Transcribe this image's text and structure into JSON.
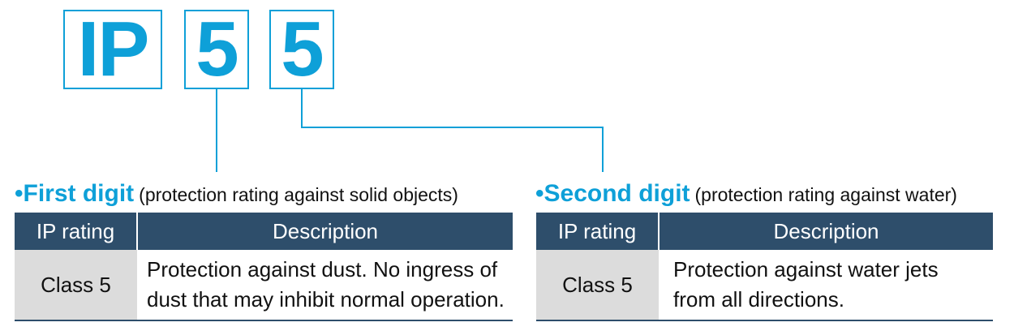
{
  "code": {
    "prefix": "IP",
    "first_digit": "5",
    "second_digit": "5"
  },
  "colors": {
    "accent": "#0ea0d8",
    "header_bg": "#2e4e6b",
    "class_bg": "#dcdcdc"
  },
  "first": {
    "bullet": "•",
    "title": "First digit",
    "subtitle": "(protection rating against solid objects)",
    "table": {
      "headers": [
        "IP rating",
        "Description"
      ],
      "rows": [
        {
          "rating": "Class 5",
          "description_lines": [
            "Protection against dust. No ingress of",
            "dust that may inhibit normal operation."
          ]
        }
      ]
    }
  },
  "second": {
    "bullet": "•",
    "title": "Second digit",
    "subtitle": "(protection rating against water)",
    "table": {
      "headers": [
        "IP rating",
        "Description"
      ],
      "rows": [
        {
          "rating": "Class 5",
          "description_lines": [
            "Protection against water jets",
            "from all directions."
          ]
        }
      ]
    }
  }
}
